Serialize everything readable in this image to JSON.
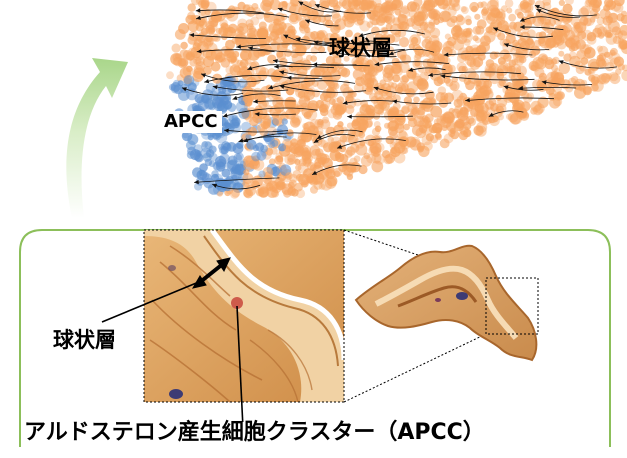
{
  "labels": {
    "top_zona": "球状層",
    "top_apcc": "APCC",
    "left_zona": "球状層",
    "caption": "アルドステロン産生細胞クラスター（APCC）"
  },
  "colors": {
    "orange_cells": "#f7a460",
    "blue_cells": "#5b8fd0",
    "panel_border": "#8cbf5a",
    "arrow_green": "#c9e6b4",
    "tissue_fill": "#e2a866",
    "tissue_dark": "#b86f2a",
    "cortex_marker": "#c8463c"
  }
}
